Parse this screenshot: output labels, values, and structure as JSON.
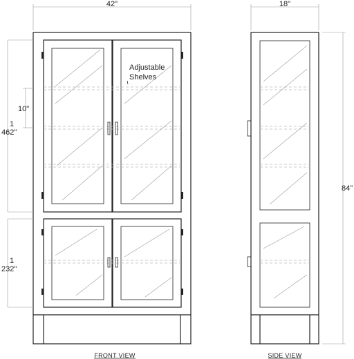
{
  "drawing": {
    "front_width": "42\"",
    "side_width": "18\"",
    "total_height": "84\"",
    "shelf_spacing": "10\"",
    "upper_height_num": "1",
    "upper_height_den": "462\"",
    "lower_height_num": "1",
    "lower_height_den": "232\"",
    "callout_line1": "Adjustable",
    "callout_line2": "Shelves",
    "front_caption": "FRONT  VIEW",
    "side_caption": "SIDE  VIEW"
  }
}
